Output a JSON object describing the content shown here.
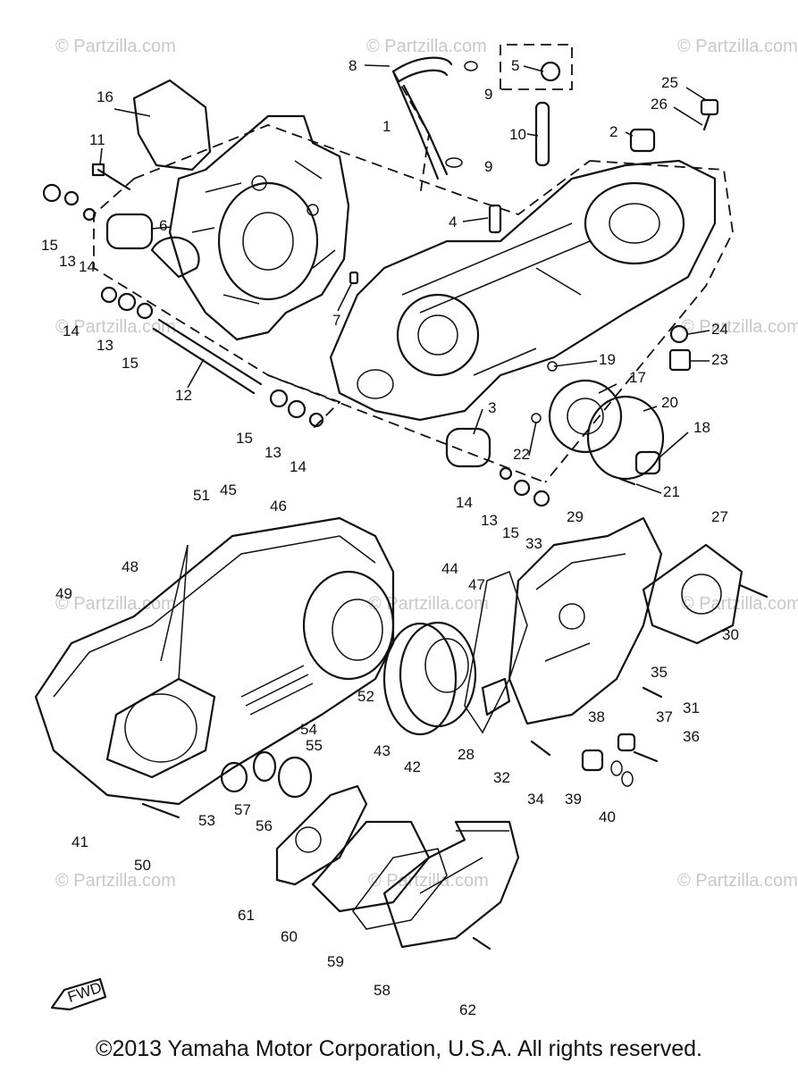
{
  "watermark": "© Partzilla.com",
  "copyright": "©2013  Yamaha Motor Corporation, U.S.A. All rights reserved.",
  "fwd_label": "FWD",
  "callouts": [
    "1",
    "2",
    "3",
    "4",
    "5",
    "6",
    "7",
    "8",
    "9",
    "9",
    "10",
    "11",
    "12",
    "13",
    "13",
    "13",
    "13",
    "14",
    "14",
    "14",
    "14",
    "15",
    "15",
    "15",
    "15",
    "16",
    "17",
    "18",
    "19",
    "20",
    "21",
    "22",
    "23",
    "24",
    "25",
    "26",
    "27",
    "28",
    "29",
    "30",
    "31",
    "32",
    "33",
    "34",
    "35",
    "36",
    "37",
    "38",
    "39",
    "40",
    "41",
    "42",
    "43",
    "44",
    "45",
    "46",
    "47",
    "48",
    "49",
    "50",
    "51",
    "52",
    "53",
    "54",
    "55",
    "56",
    "57",
    "58",
    "59",
    "60",
    "61",
    "62"
  ]
}
